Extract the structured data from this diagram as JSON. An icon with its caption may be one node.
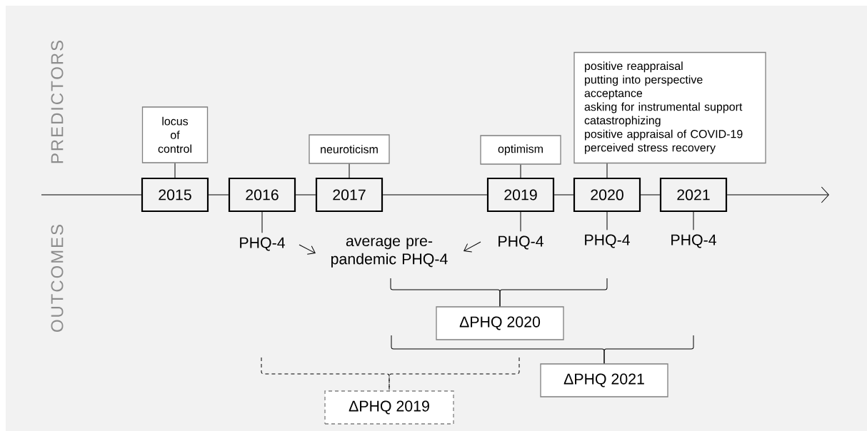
{
  "diagram": {
    "nodes": [
      {
        "text": [
          "2015"
        ]
      },
      {
        "text": [
          "2016"
        ]
      },
      {
        "text": [
          "2017"
        ]
      },
      {
        "text": [
          "2019"
        ]
      },
      {
        "text": [
          "2020"
        ]
      },
      {
        "text": [
          "2021"
        ]
      },
      {
        "text": [
          "locus of control"
        ]
      },
      {
        "text": [
          "neuroticism"
        ]
      },
      {
        "text": [
          "optimism"
        ]
      },
      {
        "text": [
          "positive reappraisal",
          "putting into perspective",
          "acceptance",
          "asking for instrumental support",
          "catastrophizing",
          "positive appraisal of COVID-19",
          "perceived stress recovery"
        ]
      },
      {
        "text": [
          "PHQ-4"
        ]
      },
      {
        "text": [
          "average pre-pandemic PHQ-4"
        ]
      },
      {
        "text": [
          "PHQ-4"
        ]
      },
      {
        "text": [
          "PHQ-4"
        ]
      },
      {
        "text": [
          "PHQ-4"
        ]
      },
      {
        "text": [
          "ΔPHQ 2020"
        ]
      },
      {
        "text": [
          "ΔPHQ 2021"
        ]
      },
      {
        "text": [
          "ΔPHQ 2019"
        ]
      }
    ],
    "edges": [
      {
        "from": null,
        "to": 0,
        "arrow": "none"
      },
      {
        "from": 0,
        "to": 1,
        "arrow": "none"
      },
      {
        "from": 1,
        "to": 2,
        "arrow": "none"
      },
      {
        "from": 2,
        "to": 3,
        "arrow": "none"
      },
      {
        "from": 3,
        "to": 4,
        "arrow": "none"
      },
      {
        "from": 4,
        "to": 5,
        "arrow": "none"
      },
      {
        "from": 5,
        "to": null,
        "arrow": "to"
      },
      {
        "from": 6,
        "to": 0,
        "arrow": "none"
      },
      {
        "from": 7,
        "to": 2,
        "arrow": "none"
      },
      {
        "from": 8,
        "to": 3,
        "arrow": "none"
      },
      {
        "from": 9,
        "to": 4,
        "arrow": "none"
      },
      {
        "from": 1,
        "to": 10,
        "arrow": "none"
      },
      {
        "from": 3,
        "to": 12,
        "arrow": "none"
      },
      {
        "from": 4,
        "to": 13,
        "arrow": "none"
      },
      {
        "from": 5,
        "to": 14,
        "arrow": "none"
      },
      {
        "from": 10,
        "to": 11,
        "arrow": "to"
      },
      {
        "from": 12,
        "to": 11,
        "arrow": "to"
      },
      {
        "from": 11,
        "to": 15,
        "arrow": "none"
      },
      {
        "from": 13,
        "to": 15,
        "arrow": "none"
      },
      {
        "from": null,
        "to": 16,
        "arrow": "none"
      },
      {
        "from": null,
        "to": 16,
        "arrow": "none"
      },
      {
        "from": null,
        "to": 17,
        "arrow": "none",
        "style": "dashed"
      },
      {
        "from": null,
        "to": 17,
        "arrow": "none",
        "style": "dashed"
      }
    ],
    "labels": [
      "PREDICTORS",
      "OUTCOMES"
    ]
  }
}
